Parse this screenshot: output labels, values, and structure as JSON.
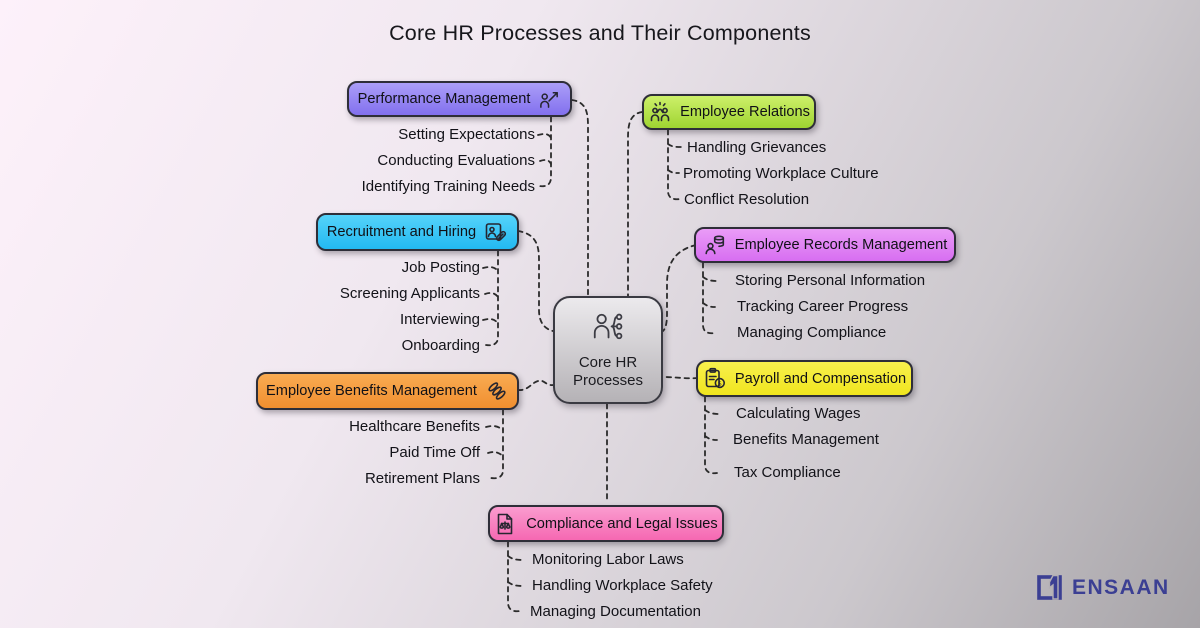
{
  "title": "Core HR Processes and Their Components",
  "center": {
    "line1": "Core HR",
    "line2": "Processes",
    "icon": "person-hierarchy-icon"
  },
  "branches": [
    {
      "id": "performance",
      "label": "Performance Management",
      "icon": "person-growth-icon",
      "color_top": "#ab9ef8",
      "color_bottom": "#8270ee",
      "items": [
        "Setting Expectations",
        "Conducting Evaluations",
        "Identifying Training Needs"
      ]
    },
    {
      "id": "relations",
      "label": "Employee Relations",
      "icon": "team-celebration-icon",
      "color_top": "#cdf06a",
      "color_bottom": "#9fd431",
      "items": [
        "Handling Grievances",
        "Promoting Workplace Culture",
        "Conflict Resolution"
      ]
    },
    {
      "id": "recruitment",
      "label": "Recruitment and Hiring",
      "icon": "candidate-badge-icon",
      "color_top": "#55d3fa",
      "color_bottom": "#23b9f1",
      "items": [
        "Job Posting",
        "Screening Applicants",
        "Interviewing",
        "Onboarding"
      ]
    },
    {
      "id": "records",
      "label": "Employee Records Management",
      "icon": "person-database-icon",
      "color_top": "#ea9cf7",
      "color_bottom": "#d76ef1",
      "items": [
        "Storing Personal Information",
        "Tracking Career Progress",
        "Managing Compliance"
      ]
    },
    {
      "id": "benefits",
      "label": "Employee Benefits Management",
      "icon": "coins-stack-icon",
      "color_top": "#f9ab52",
      "color_bottom": "#f18f2f",
      "items": [
        "Healthcare Benefits",
        "Paid Time Off",
        "Retirement Plans"
      ]
    },
    {
      "id": "payroll",
      "label": "Payroll and Compensation",
      "icon": "clipboard-dollar-icon",
      "color_top": "#f8f04d",
      "color_bottom": "#f0e51e",
      "items": [
        "Calculating Wages",
        "Benefits Management",
        "Tax Compliance"
      ]
    },
    {
      "id": "compliance",
      "label": "Compliance and Legal Issues",
      "icon": "legal-document-icon",
      "color_top": "#fa9ccf",
      "color_bottom": "#f668b2",
      "items": [
        "Monitoring Labor Laws",
        "Handling Workplace Safety",
        "Managing Documentation"
      ]
    }
  ],
  "logo": {
    "text": "ENSAAN"
  },
  "colors": {
    "connector": "#2b2b2b",
    "center_top": "#eceaed",
    "center_bottom": "#b5b2b6",
    "logo": "#3b3f93",
    "background_top_left": "#fdf1fa",
    "background_bottom_right": "#a7a4a8"
  }
}
